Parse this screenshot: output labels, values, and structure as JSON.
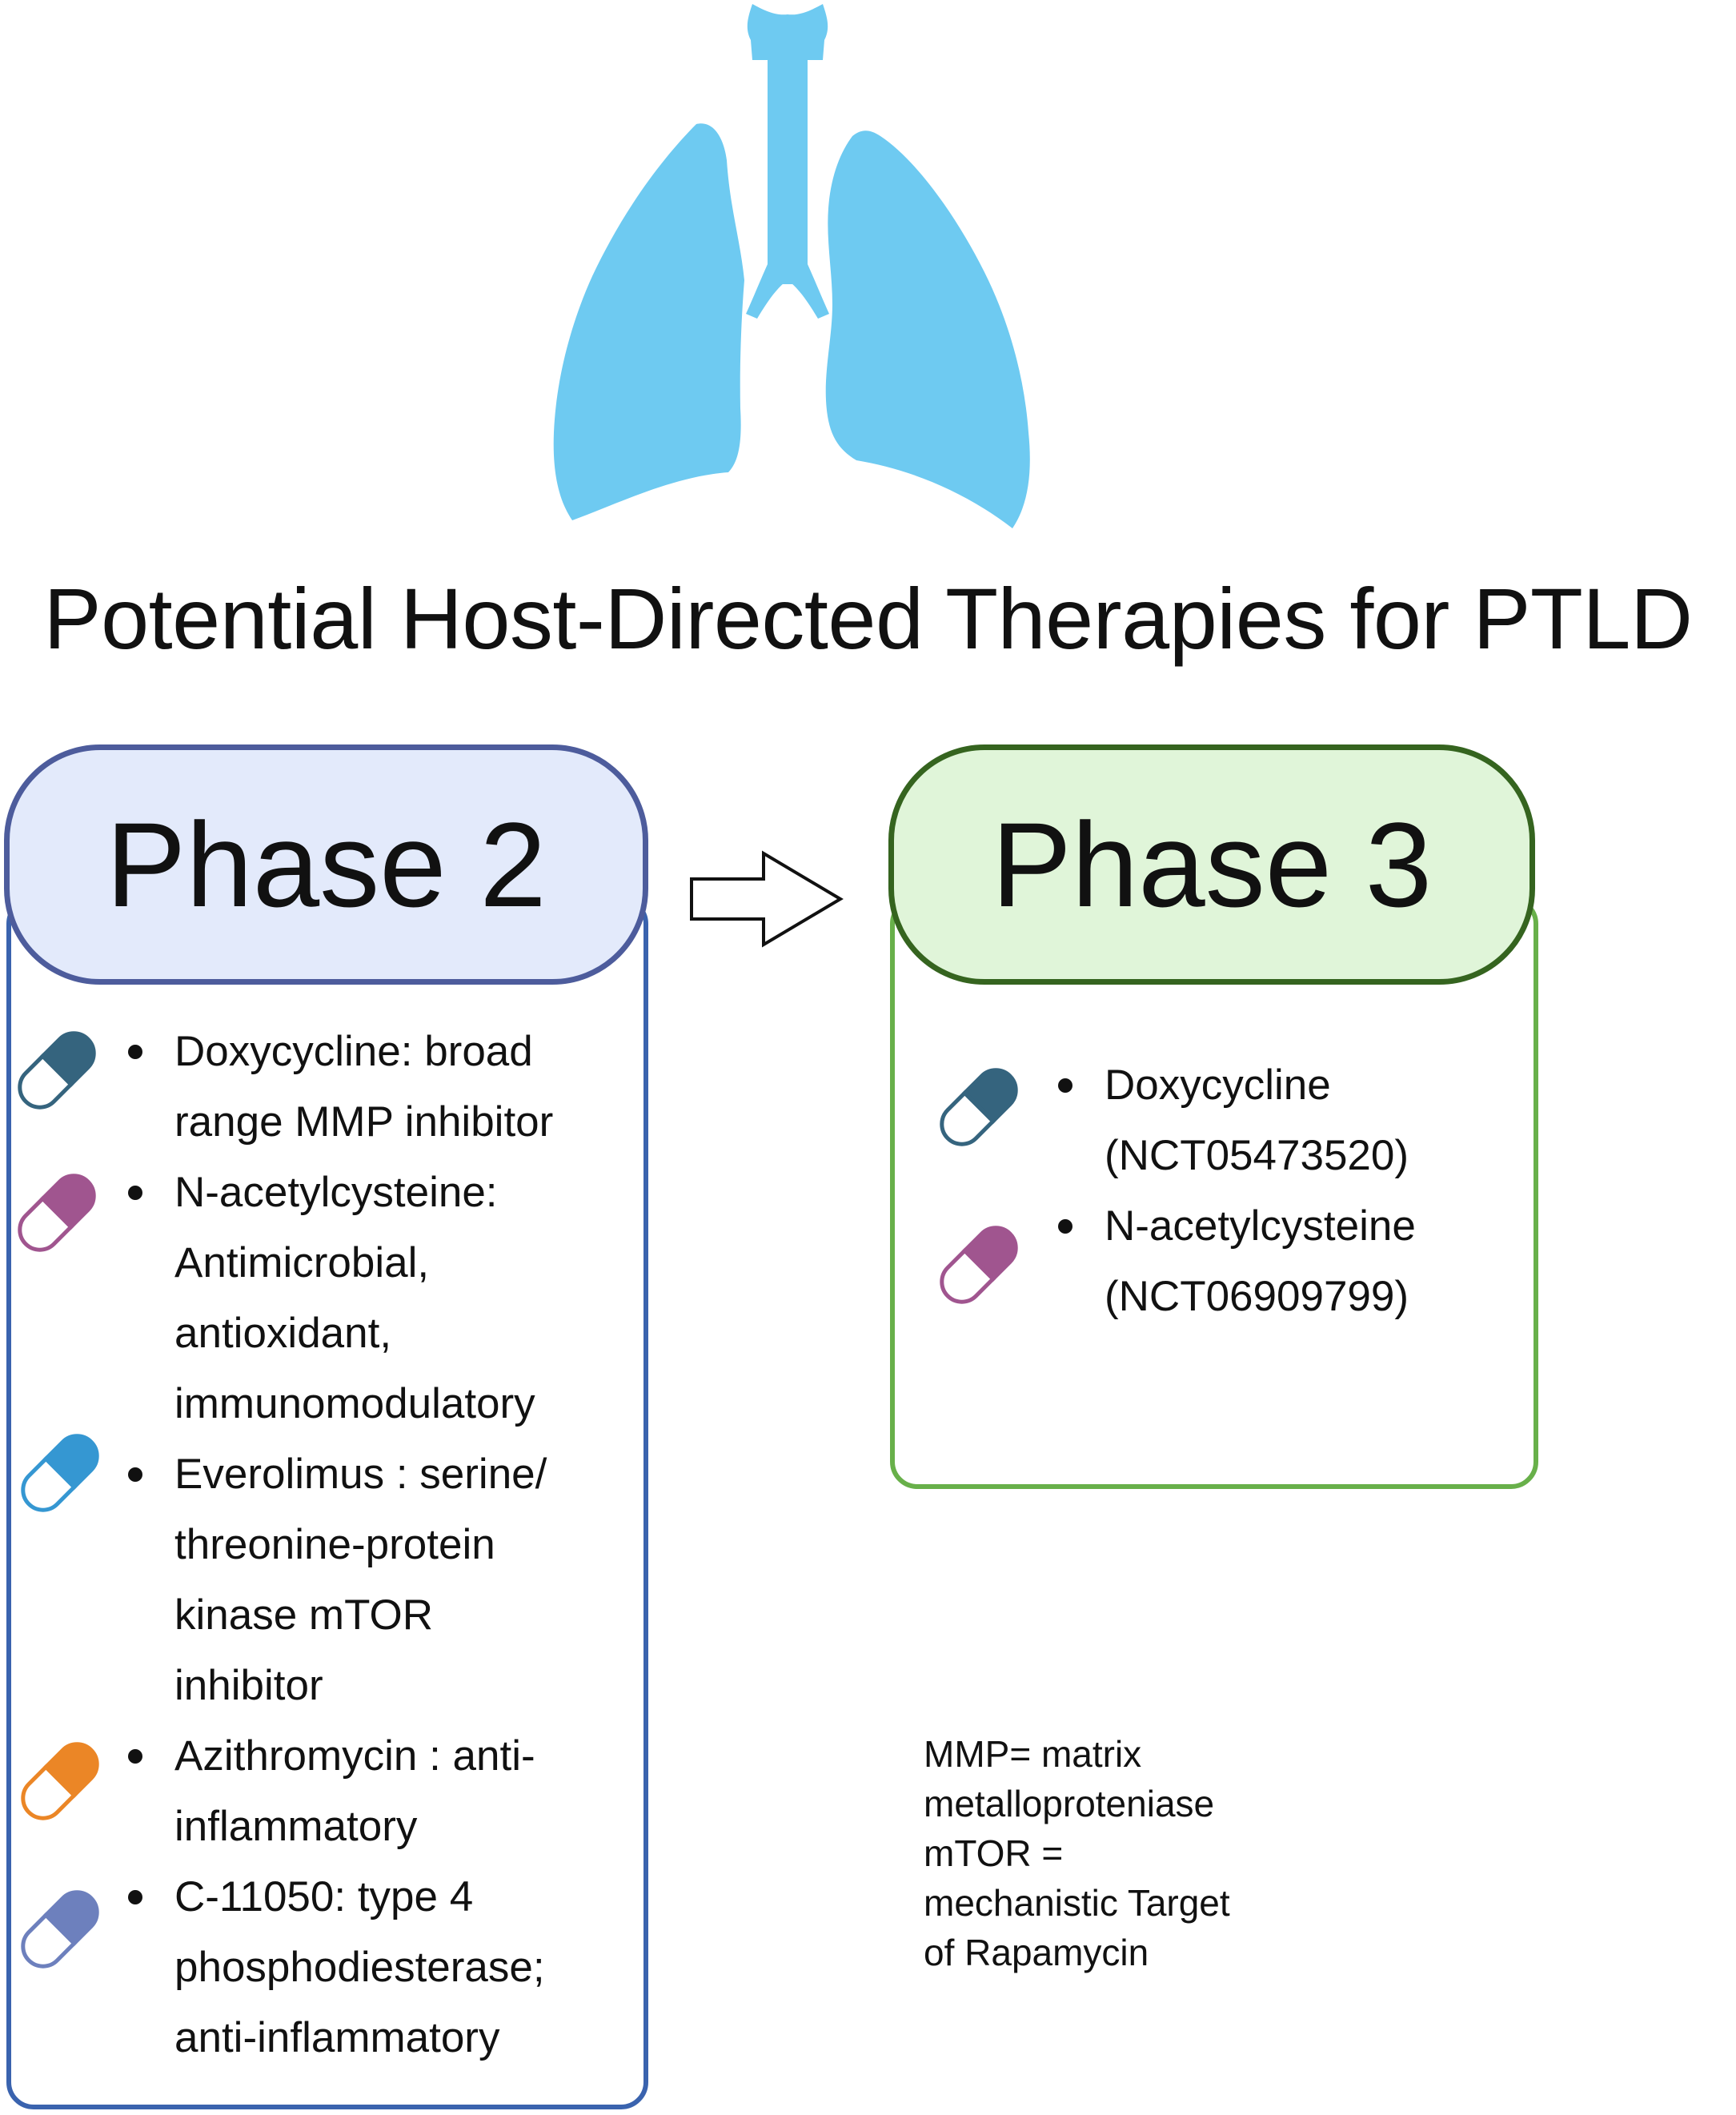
{
  "title": "Potential Host-Directed Therapies for PTLD",
  "phase2": {
    "header": "Phase 2",
    "items": [
      {
        "lines": [
          "Doxycycline: broad",
          "range MMP inhibitor"
        ],
        "pill_color": "#35647e"
      },
      {
        "lines": [
          "N-acetylcysteine:",
          "Antimicrobial,",
          "antioxidant,",
          "immunomodulatory"
        ],
        "pill_color": "#a0558f"
      },
      {
        "lines": [
          "Everolimus : serine/",
          "threonine-protein",
          "kinase mTOR",
          "inhibitor"
        ],
        "pill_color": "#3597d2"
      },
      {
        "lines": [
          "Azithromycin : anti-",
          "inflammatory"
        ],
        "pill_color": "#eb8626"
      },
      {
        "lines": [
          "C-11050: type 4",
          "phosphodiesterase;",
          "anti-inflammatory"
        ],
        "pill_color": "#6d80bd"
      }
    ]
  },
  "phase3": {
    "header": "Phase 3",
    "items": [
      {
        "lines": [
          "Doxycycline",
          "(NCT05473520)"
        ],
        "pill_color": "#35647e"
      },
      {
        "lines": [
          "N-acetylcysteine",
          "(NCT06909799)"
        ],
        "pill_color": "#a0558f"
      }
    ]
  },
  "footnote": [
    "MMP= matrix",
    "metalloproteniase",
    "mTOR =",
    "mechanistic Target",
    "of Rapamycin"
  ],
  "colors": {
    "lung": "#6ecaf1",
    "phase2_border": "#3a63ae",
    "phase2_header_fill": "#e3eafb",
    "phase3_border": "#68b04a",
    "phase3_header_fill": "#e0f5d9"
  }
}
